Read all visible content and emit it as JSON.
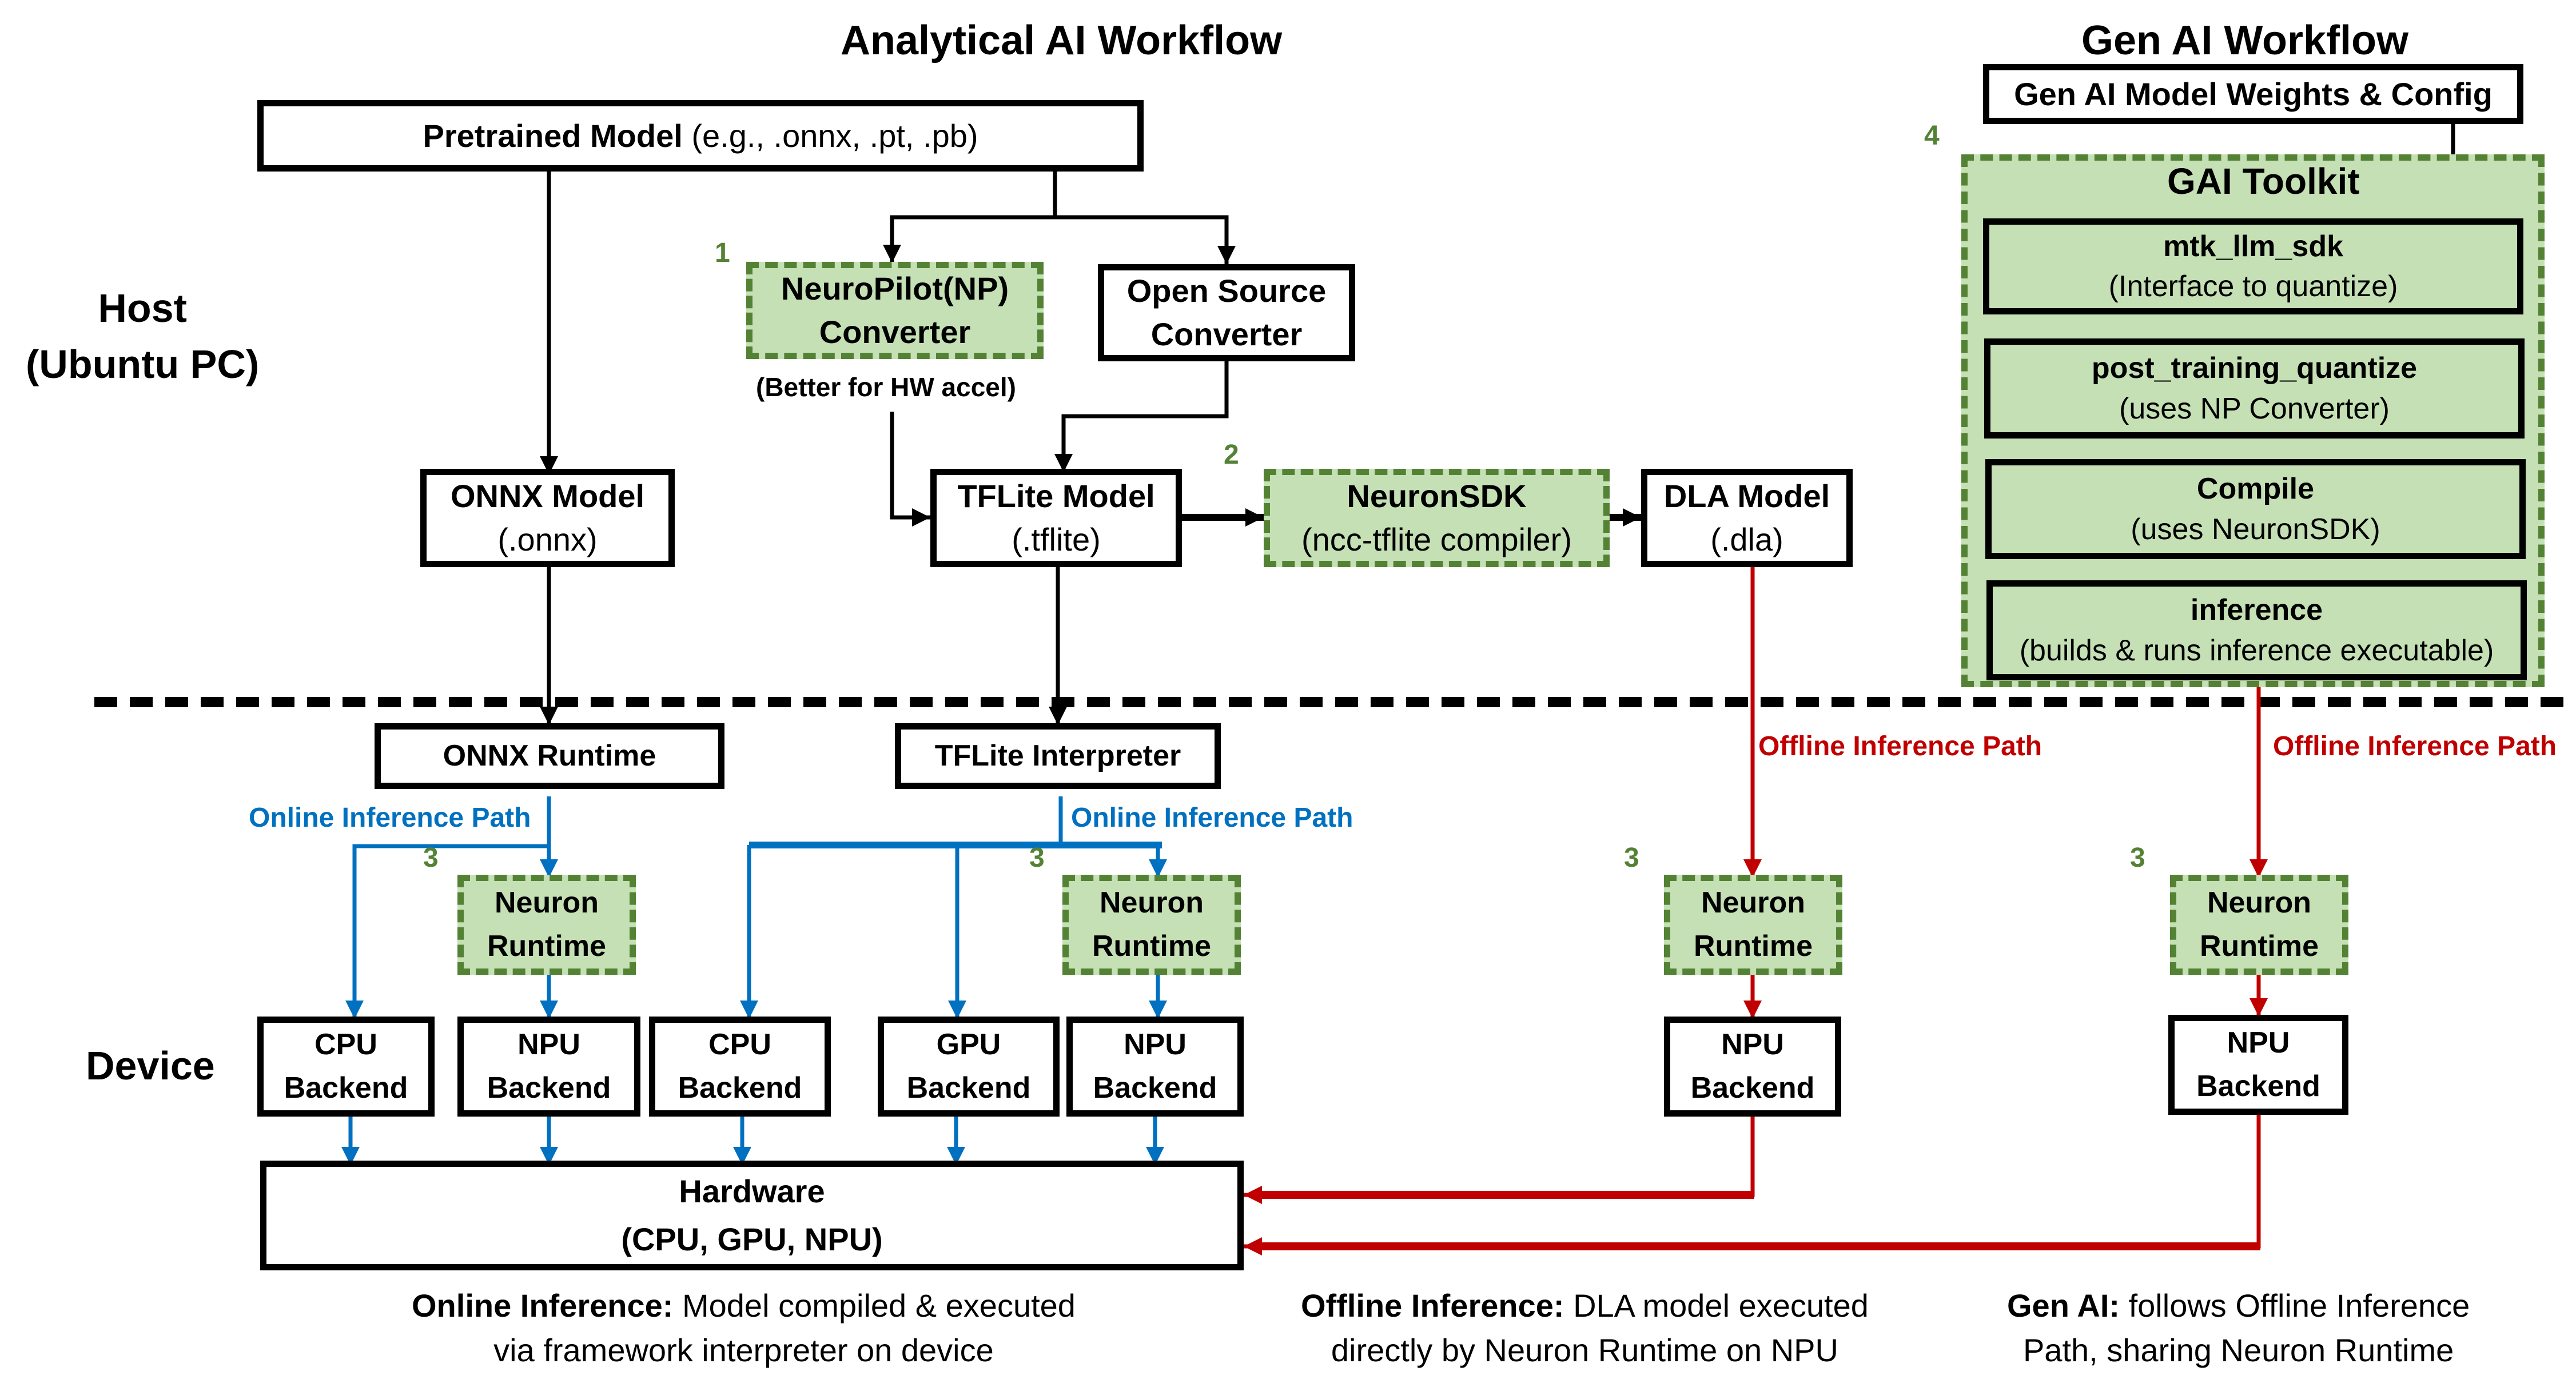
{
  "headings": {
    "analytical": "Analytical AI Workflow",
    "genai": "Gen AI Workflow"
  },
  "sides": {
    "host_line1": "Host",
    "host_line2": "(Ubuntu PC)",
    "device": "Device"
  },
  "host": {
    "pretrained": {
      "bold": "Pretrained Model",
      "normal": " (e.g., .onnx, .pt, .pb)"
    },
    "np_converter": {
      "line1": "NeuroPilot(NP)",
      "line2": "Converter",
      "note": "(Better for HW accel)",
      "step": "1"
    },
    "open_source_converter": {
      "line1": "Open Source",
      "line2": "Converter"
    },
    "onnx_model": {
      "title": "ONNX Model",
      "sub": "(.onnx)"
    },
    "tflite_model": {
      "title": "TFLite Model",
      "sub": "(.tflite)"
    },
    "neuron_sdk": {
      "title": "NeuronSDK",
      "sub": "(ncc-tflite compiler)",
      "step": "2"
    },
    "dla_model": {
      "title": "DLA Model",
      "sub": "(.dla)"
    }
  },
  "genai": {
    "weights": "Gen AI Model Weights & Config",
    "toolkit": {
      "title": "GAI Toolkit",
      "step": "4",
      "stages": [
        {
          "title": "mtk_llm_sdk",
          "sub": "(Interface to quantize)"
        },
        {
          "title": "post_training_quantize",
          "sub": "(uses NP Converter)"
        },
        {
          "title": "Compile",
          "sub": "(uses NeuronSDK)"
        },
        {
          "title": "inference",
          "sub": "(builds & runs inference executable)"
        }
      ]
    }
  },
  "device": {
    "onnx_runtime": "ONNX Runtime",
    "tflite_interpreter": "TFLite Interpreter",
    "online_path_label": "Online Inference Path",
    "offline_path_label": "Offline Inference Path",
    "neuron_runtime": {
      "line1": "Neuron",
      "line2": "Runtime",
      "step": "3"
    },
    "backends": [
      {
        "line1": "CPU",
        "line2": "Backend"
      },
      {
        "line1": "NPU",
        "line2": "Backend"
      },
      {
        "line1": "CPU",
        "line2": "Backend"
      },
      {
        "line1": "GPU",
        "line2": "Backend"
      },
      {
        "line1": "NPU",
        "line2": "Backend"
      },
      {
        "line1": "NPU",
        "line2": "Backend"
      },
      {
        "line1": "NPU",
        "line2": "Backend"
      }
    ],
    "hardware": {
      "title": "Hardware",
      "sub": "(CPU, GPU, NPU)"
    }
  },
  "captions": {
    "online": {
      "bold": "Online Inference:",
      "rest1": " Model compiled & executed",
      "rest2": "via framework interpreter on device"
    },
    "offline": {
      "bold": "Offline Inference:",
      "rest1": " DLA model executed",
      "rest2": "directly by Neuron Runtime on NPU"
    },
    "genai": {
      "bold": "Gen AI:",
      "rest1": " follows Offline Inference",
      "rest2": "Path, sharing Neuron Runtime"
    }
  },
  "colors": {
    "online": "#0070c0",
    "offline": "#c00000",
    "neuropilot_fill": "#c5e0b4",
    "neuropilot_border": "#548235",
    "line": "#000000"
  }
}
